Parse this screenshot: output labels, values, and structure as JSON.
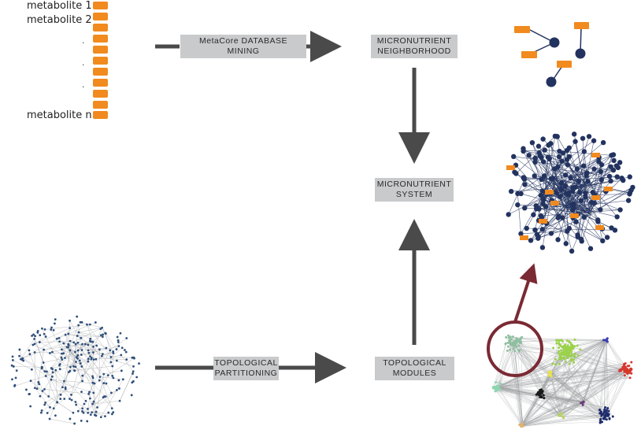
{
  "metabolites": {
    "first": "metabolite 1",
    "second": "metabolite 2",
    "dots": [
      ".",
      ".",
      "."
    ],
    "last": "metabolite n"
  },
  "steps": {
    "mining": {
      "line1": "MetaCore DATABASE",
      "line2": "MINING"
    },
    "neighborhood": {
      "line1": "MICRONUTRIENT",
      "line2": "NEIGHBORHOOD"
    },
    "system": {
      "line1": "MICRONUTRIENT",
      "line2": "SYSTEM"
    },
    "partitioning": {
      "line1": "TOPOLOGICAL",
      "line2": "PARTITIONING"
    },
    "modules": {
      "line1": "TOPOLOGICAL",
      "line2": "MODULES"
    }
  },
  "colors": {
    "metabolite": "#f18a1f",
    "node": "#23335f",
    "box": "#c8cacb",
    "arrow": "#4a4a4a",
    "highlight": "#7a2a34",
    "network_gray": "#9ea0a2"
  }
}
